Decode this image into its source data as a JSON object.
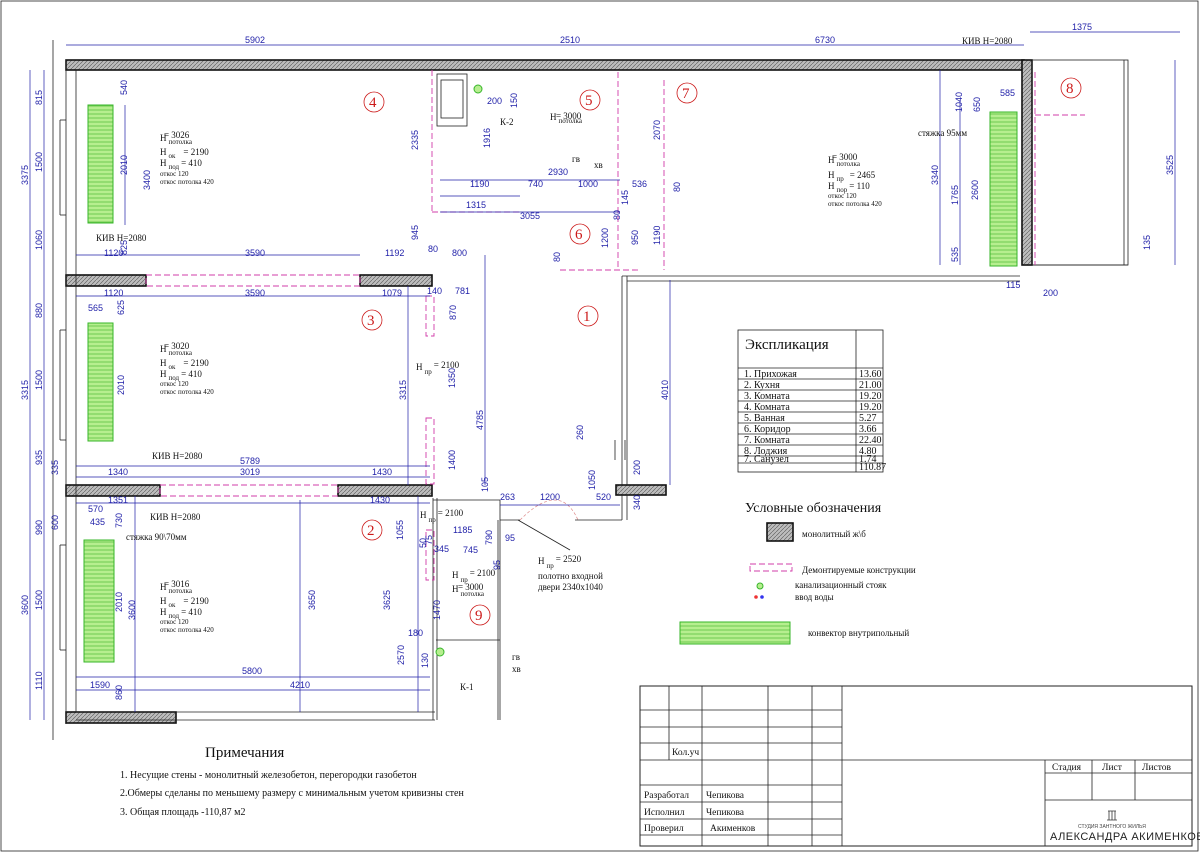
{
  "dims": {
    "top": [
      "5902",
      "2510",
      "6730",
      "1375"
    ],
    "left_outer": [
      "3375",
      "3315",
      "3600"
    ],
    "left_inner": [
      "815",
      "1500",
      "1060",
      "880",
      "1500",
      "935",
      "990",
      "1500",
      "1110"
    ],
    "misc": [
      "540",
      "2010",
      "3400",
      "825",
      "1120",
      "3590",
      "1192",
      "945",
      "80",
      "800",
      "1120",
      "625",
      "565",
      "3590",
      "1079",
      "140",
      "781",
      "870",
      "2010",
      "3315",
      "1350",
      "4785",
      "1400",
      "5789",
      "1340",
      "3019",
      "1430",
      "335",
      "1351",
      "1430",
      "570",
      "730",
      "435",
      "600",
      "105",
      "263",
      "1200",
      "1055",
      "1185",
      "745",
      "345",
      "75",
      "95",
      "50",
      "790",
      "95",
      "3625",
      "3650",
      "2570",
      "1470",
      "180",
      "130",
      "5800",
      "1590",
      "4210",
      "860",
      "3600",
      "2010",
      "200",
      "150",
      "1916",
      "2335",
      "2930",
      "1190",
      "740",
      "1000",
      "536",
      "80",
      "1315",
      "3055",
      "145",
      "80",
      "1200",
      "950",
      "1190",
      "2070",
      "80",
      "4010",
      "260",
      "1050",
      "520",
      "200",
      "340",
      "585",
      "650",
      "1040",
      "3340",
      "1765",
      "2600",
      "535",
      "3525",
      "135",
      "115",
      "200"
    ]
  },
  "labels": {
    "kiv_top": "КИВ H=2080",
    "kiv_1": "КИВ H=2080",
    "kiv_2": "КИВ H=2080",
    "kiv_3": "КИВ H=2080",
    "k2": "К-2",
    "k1": "К-1",
    "gv": "гв",
    "hv": "хв",
    "gv2": "гв",
    "hv2": "хв",
    "screed_1": "стяжка 95мм",
    "screed_2": "стяжка 90\\70мм",
    "door": "полотно входной",
    "door2": "двери 2340х1040"
  },
  "rooms": [
    {
      "num": "1"
    },
    {
      "num": "2"
    },
    {
      "num": "3"
    },
    {
      "num": "4"
    },
    {
      "num": "5"
    },
    {
      "num": "6"
    },
    {
      "num": "7"
    },
    {
      "num": "8"
    },
    {
      "num": "9"
    }
  ],
  "heights": {
    "r4": {
      "h1": "H",
      "s1": "потолка",
      "v1": "= 3026",
      "h2": "H",
      "s2": "ок",
      "v2": "= 2190",
      "h3": "H",
      "s3": "под",
      "v3": "= 410",
      "o1": "откос 120",
      "o2": "откос потолка 420"
    },
    "r3": {
      "h1": "H",
      "s1": "потолка",
      "v1": "= 3020",
      "h2": "H",
      "s2": "ок",
      "v2": "= 2190",
      "h3": "H",
      "s3": "под",
      "v3": "= 410",
      "o1": "откос 120",
      "o2": "откос потолка 420"
    },
    "r2": {
      "h1": "H",
      "s1": "потолка",
      "v1": "= 3016",
      "h2": "H",
      "s2": "ок",
      "v2": "= 2190",
      "h3": "H",
      "s3": "под",
      "v3": "= 410",
      "o1": "откос 120",
      "o2": "откос потолка 420"
    },
    "r7": {
      "h1": "H",
      "s1": "потолка",
      "v1": "= 3000",
      "h2": "H",
      "s2": "пр",
      "v2": "= 2465",
      "h3": "H",
      "s3": "пор",
      "v3": "= 110",
      "o1": "откос 120",
      "o2": "откос потолка 420"
    },
    "r5": {
      "h1": "H",
      "s1": "потолка",
      "v1": "= 3000"
    },
    "corr": {
      "h1": "H",
      "s1": "пр",
      "v1": "= 2100"
    },
    "r2door": {
      "h1": "H",
      "s1": "пр",
      "v1": "= 2100"
    },
    "r9": {
      "h1": "H",
      "s1": "пр",
      "v1": "= 2100",
      "h2": "H",
      "s2": "потолка",
      "v2": "= 3000"
    },
    "entry": {
      "h1": "H",
      "s1": "пр",
      "v1": "= 2520"
    }
  },
  "explication": {
    "title": "Экспликация",
    "rows": [
      {
        "name": "1. Прихожая",
        "area": "13.60"
      },
      {
        "name": "2. Кухня",
        "area": "21.00"
      },
      {
        "name": "3. Комната",
        "area": "19.20"
      },
      {
        "name": "4. Комната",
        "area": "19.20"
      },
      {
        "name": "5. Ванная",
        "area": "5.27"
      },
      {
        "name": "6. Коридор",
        "area": "3.66"
      },
      {
        "name": "7. Комната",
        "area": "22.40"
      },
      {
        "name": "8. Лоджия",
        "area": "4.80"
      },
      {
        "name": "7. Санузел",
        "area": "1.74"
      }
    ],
    "total": "110.87"
  },
  "legend": {
    "title": "Условные обозначения",
    "items": [
      {
        "label": "монолитный ж\\б"
      },
      {
        "label": "Демонтируемые конструкции"
      },
      {
        "label": "канализационный стояк"
      },
      {
        "label": "ввод воды"
      },
      {
        "label": "конвектор внутрипольный"
      }
    ]
  },
  "notes": {
    "title": "Примечания",
    "items": [
      "1. Несущие стены - монолитный железобетон, перегородки газобетон",
      "2.Обмеры сделаны по меньшему размеру  с минимальным учетом кривизны стен",
      "3. Общая площадь -110,87 м2"
    ]
  },
  "titleblock": {
    "kol": "Кол.уч",
    "rows": [
      {
        "role": "Разработал",
        "name": "Чепикова"
      },
      {
        "role": "Исполнил",
        "name": "Чепикова"
      },
      {
        "role": "Проверил",
        "name": "Акименков"
      }
    ],
    "stage": "Стадия",
    "sheet": "Лист",
    "sheets": "Листов",
    "studio_small": "СТУДИЯ ЗАНТНОГО ЖИЛЬЯ",
    "studio": "АЛЕКСАНДРА АКИМЕНКОВА"
  }
}
